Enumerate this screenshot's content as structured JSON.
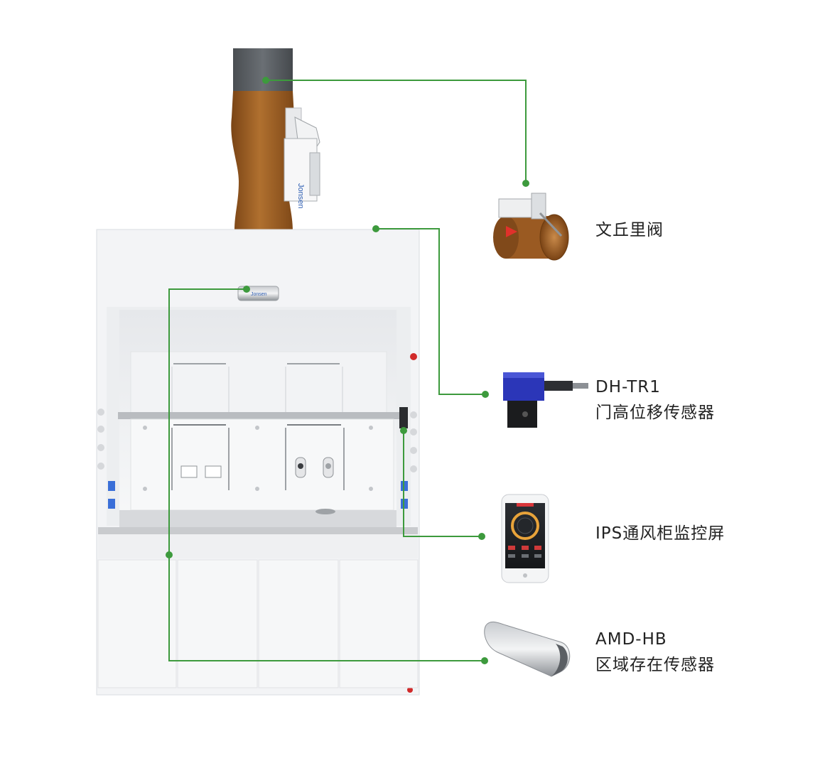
{
  "brand": {
    "logo_text": "Jonsen"
  },
  "colors": {
    "connector": "#3d9a3d",
    "duct_brown": "#9a5a22",
    "duct_grey": "#575c61",
    "hood_white": "#f3f4f6",
    "indicator_red": "#d12a2a",
    "accent_blue": "#3a6fd8"
  },
  "components": [
    {
      "id": "venturi-valve",
      "lines": [
        "文丘里阀"
      ],
      "icon": "venturi-valve-icon"
    },
    {
      "id": "sash-sensor",
      "lines": [
        "DH-TR1",
        "门高位移传感器"
      ],
      "icon": "displacement-sensor-icon"
    },
    {
      "id": "monitor-screen",
      "lines": [
        "IPS通风柜监控屏"
      ],
      "icon": "phone-monitor-icon"
    },
    {
      "id": "presence-sensor",
      "lines": [
        "AMD-HB",
        "区域存在传感器"
      ],
      "icon": "presence-sensor-icon"
    }
  ]
}
